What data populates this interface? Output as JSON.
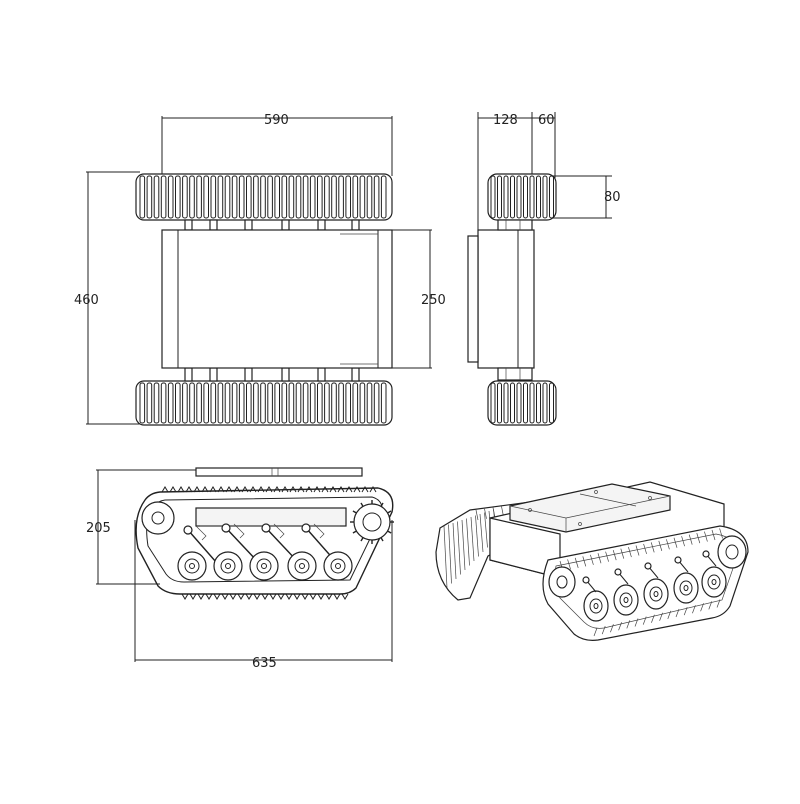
{
  "dimensions": {
    "top_width": "590",
    "top_length": "460",
    "top_body_width": "250",
    "side_track_width": "128",
    "side_offset": "60",
    "side_track_height": "80",
    "front_height": "205",
    "front_length": "635"
  }
}
